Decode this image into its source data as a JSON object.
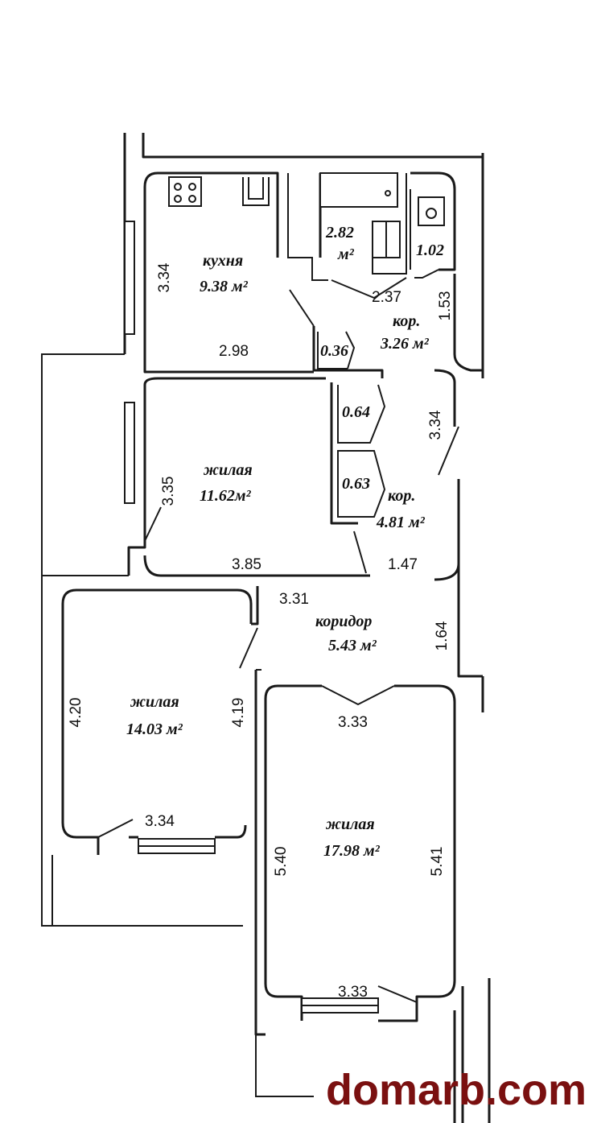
{
  "rooms": {
    "kitchen": {
      "name": "кухня",
      "area": "9.38 м²"
    },
    "bath": {
      "area": "2.82",
      "unit": "м²"
    },
    "wc": {
      "area": "1.02"
    },
    "corridor_small": {
      "name": "кор.",
      "area": "3.26 м²"
    },
    "closet1": {
      "area": "0.36"
    },
    "closet2": {
      "area": "0.64"
    },
    "closet3": {
      "area": "0.63"
    },
    "corridor_mid": {
      "name": "кор.",
      "area": "4.81 м²"
    },
    "living1": {
      "name": "жилая",
      "area": "11.62м²"
    },
    "hall": {
      "name": "коридор",
      "area": "5.43 м²"
    },
    "living2": {
      "name": "жилая",
      "area": "14.03 м²"
    },
    "living3": {
      "name": "жилая",
      "area": "17.98 м²"
    }
  },
  "dimensions": {
    "kitchen_height": "3.34",
    "kitchen_width": "2.98",
    "wc_corridor_width": "2.37",
    "corridor_small_height": "1.53",
    "corridor_mid_height": "3.34",
    "living1_height": "3.35",
    "living1_width": "3.85",
    "corridor_mid_width": "1.47",
    "hall_width": "3.31",
    "hall_height": "1.64",
    "living2_height_left": "4.20",
    "living2_height_right": "4.19",
    "living2_width": "3.34",
    "living3_width_top": "3.33",
    "living3_height_left": "5.40",
    "living3_height_right": "5.41",
    "living3_width_bottom": "3.33"
  },
  "watermark": {
    "text": "domarb.com",
    "color": "#7a1010"
  }
}
